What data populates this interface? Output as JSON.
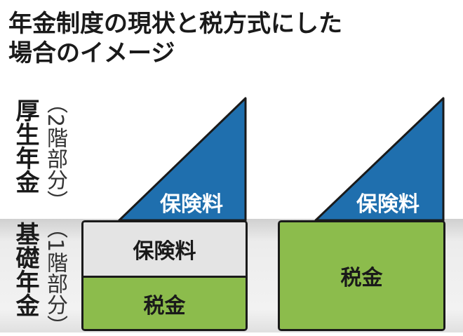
{
  "title": {
    "line1": "年金制度の現状と税方式にした",
    "line2": "場合のイメージ"
  },
  "row_labels": {
    "upper": {
      "name": "厚生年金",
      "tier": "（2階部分）"
    },
    "lower": {
      "name": "基礎年金",
      "tier": "（1階部分）"
    }
  },
  "current": {
    "upper_label": "保険料",
    "lower_top_label": "保険料",
    "lower_bottom_label": "税金"
  },
  "tax_method": {
    "upper_label": "保険料",
    "lower_label": "税金"
  },
  "colors": {
    "blue": "#1f6fae",
    "green": "#8cbc4c",
    "gray": "#e4e4e4"
  }
}
